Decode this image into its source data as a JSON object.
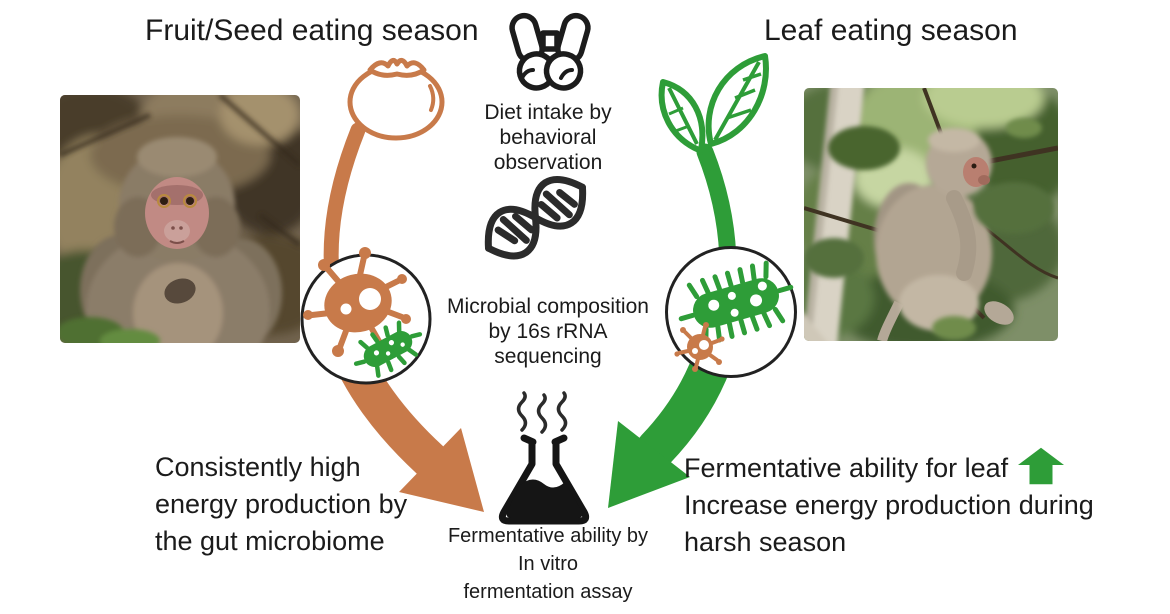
{
  "colors": {
    "orange": "#C87A4A",
    "green": "#2E9D38",
    "ink": "#1b1b1b",
    "outline": "#222222"
  },
  "header": {
    "left_title": "Fruit/Seed eating season",
    "right_title": "Leaf eating season"
  },
  "methods": {
    "diet": {
      "icon": "binoculars-icon",
      "lines": [
        "Diet intake by",
        "behavioral",
        "observation"
      ]
    },
    "microbial": {
      "icon": "dna-icon",
      "lines": [
        "Microbial composition",
        "by 16s rRNA",
        "sequencing"
      ]
    },
    "fermentation": {
      "icon": "flask-icon",
      "lines": [
        "Fermentative ability by",
        "In vitro",
        "fermentation assay"
      ]
    }
  },
  "results": {
    "left_lines": [
      "Consistently high",
      "energy production by",
      "the gut microbiome"
    ],
    "right_line1": "Fermentative ability for leaf",
    "right_line1_icon": "up-arrow-icon",
    "right_line2": "Increase energy production during",
    "right_line3": "harsh season"
  },
  "figures": {
    "photo_left": "japanese-macaque-portrait-photo",
    "photo_right": "japanese-macaque-foraging-in-tree-photo",
    "fruit_icon": "persimmon-fruit-icon",
    "leaf_icon": "leaf-sprig-icon",
    "left_circle": "orange-dominant-gut-microbes",
    "right_circle": "green-dominant-gut-microbes"
  }
}
